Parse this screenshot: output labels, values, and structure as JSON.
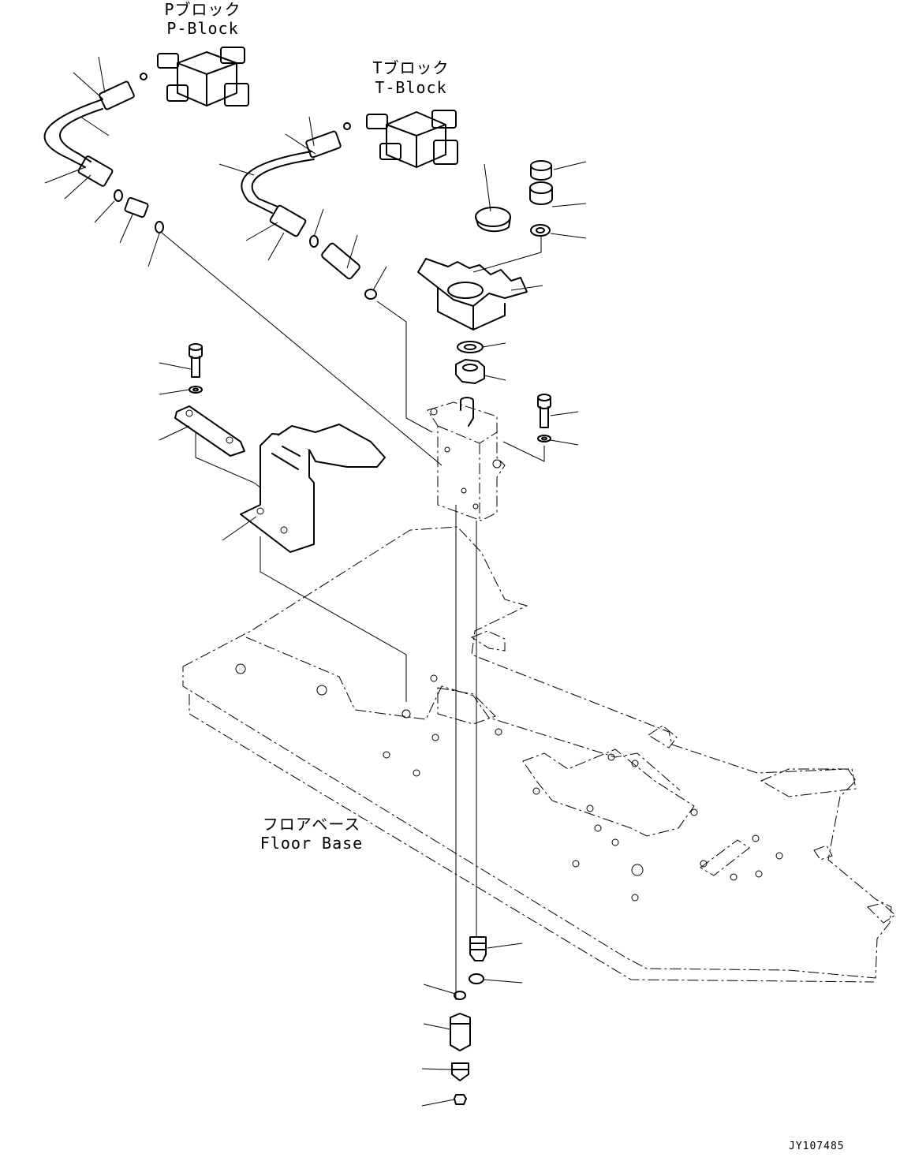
{
  "labels": {
    "p_block_jp": "Pブロック",
    "p_block_en": "P-Block",
    "t_block_jp": "Tブロック",
    "t_block_en": "T-Block",
    "floor_base_jp": "フロアベース",
    "floor_base_en": "Floor Base"
  },
  "drawing_code": "JY107485"
}
